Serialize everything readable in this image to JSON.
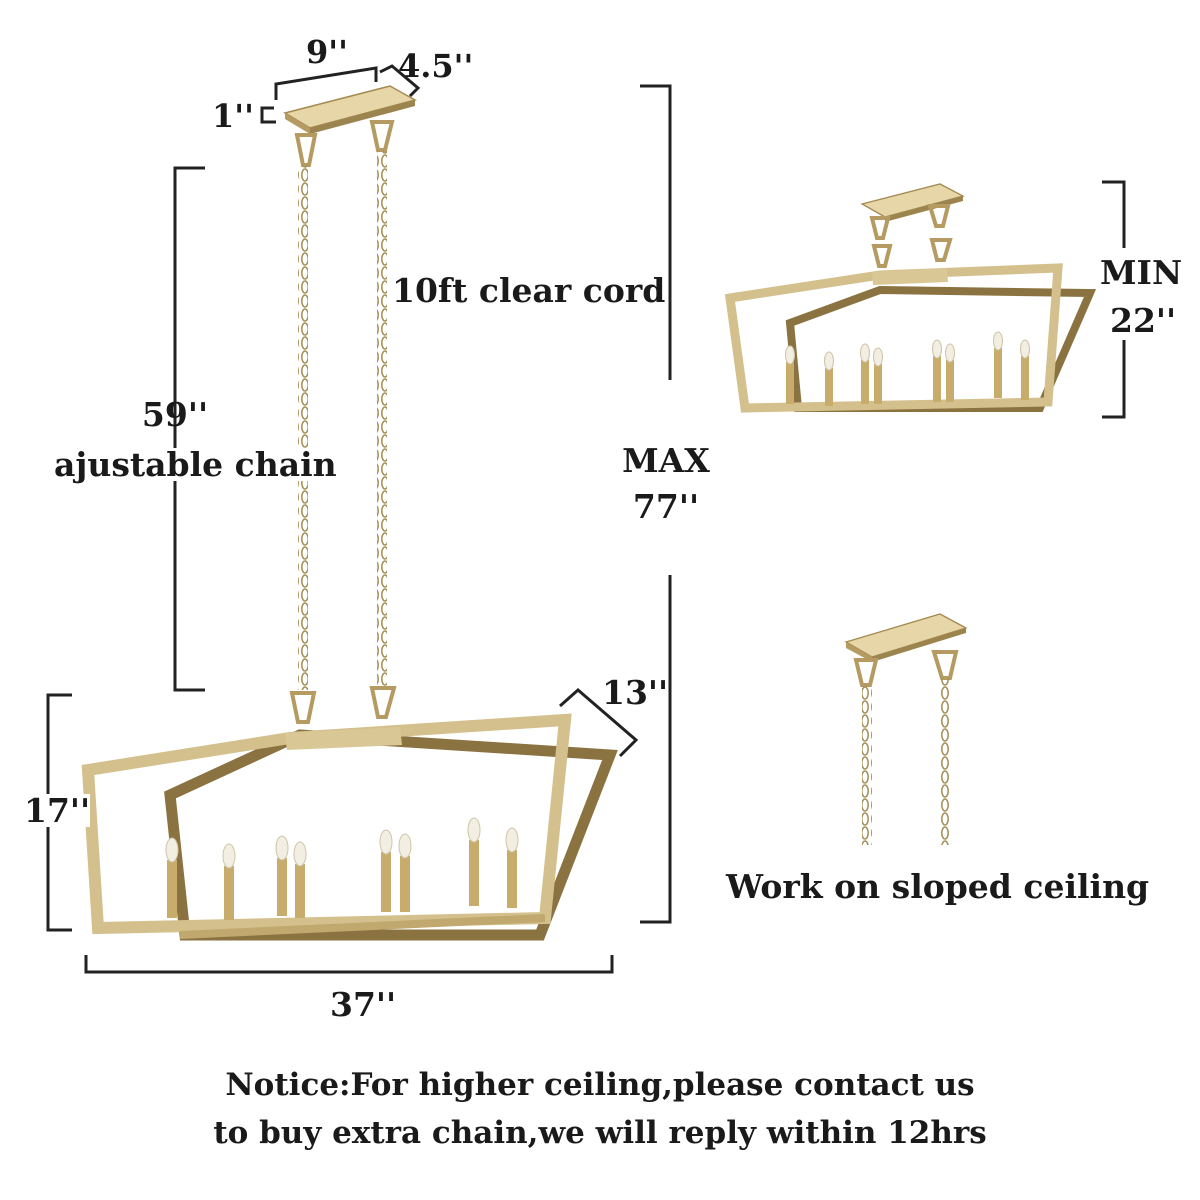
{
  "dimensions": {
    "canopy_length": "9''",
    "canopy_width": "4.5''",
    "canopy_height": "1''",
    "chain_length": "59''",
    "chain_note": "ajustable chain",
    "cord_note": "10ft clear cord",
    "max_label": "MAX",
    "max_value": "77''",
    "min_label": "MIN",
    "min_value": "22''",
    "depth": "13''",
    "height": "17''",
    "length": "37''"
  },
  "sloped_note": "Work on sloped ceiling",
  "notice": {
    "line1": "Notice:For higher ceiling,please contact us",
    "line2": "to buy extra chain,we will reply within 12hrs"
  },
  "colors": {
    "gold": "#c9b27a",
    "gold_dark": "#8a7340",
    "gold_light": "#e3d3a4",
    "dimension_line": "#222222"
  }
}
